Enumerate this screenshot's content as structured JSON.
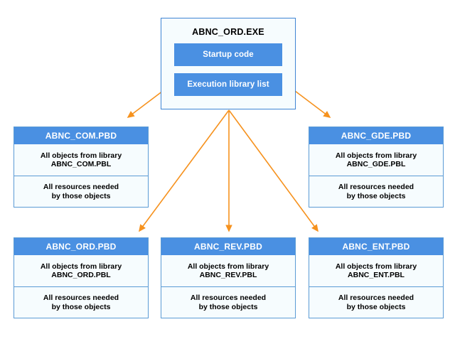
{
  "diagram": {
    "type": "deployment-diagram",
    "accent_blue": "#4a90e2",
    "border_blue": "#5b9bd5",
    "panel_background": "#f6fcfe",
    "arrow_color": "#f6921e",
    "canvas_background": "#ffffff"
  },
  "executable": {
    "title": "ABNC_ORD.EXE",
    "chips": [
      {
        "label": "Startup code"
      },
      {
        "label": "Execution library list"
      }
    ]
  },
  "packages": [
    {
      "id": "com",
      "title": "ABNC_COM.PBD",
      "objects_line1": "All objects from library",
      "objects_line2": "ABNC_COM.PBL",
      "resources_line1": "All resources needed",
      "resources_line2": "by those objects"
    },
    {
      "id": "gde",
      "title": "ABNC_GDE.PBD",
      "objects_line1": "All objects from library",
      "objects_line2": "ABNC_GDE.PBL",
      "resources_line1": "All resources needed",
      "resources_line2": "by those objects"
    },
    {
      "id": "ord",
      "title": "ABNC_ORD.PBD",
      "objects_line1": "All objects from library",
      "objects_line2": "ABNC_ORD.PBL",
      "resources_line1": "All resources needed",
      "resources_line2": "by those objects"
    },
    {
      "id": "rev",
      "title": "ABNC_REV.PBD",
      "objects_line1": "All objects from library",
      "objects_line2": "ABNC_REV.PBL",
      "resources_line1": "All resources needed",
      "resources_line2": "by those objects"
    },
    {
      "id": "ent",
      "title": "ABNC_ENT.PBD",
      "objects_line1": "All objects from library",
      "objects_line2": "ABNC_ENT.PBL",
      "resources_line1": "All resources needed",
      "resources_line2": "by those objects"
    }
  ],
  "connections": [
    {
      "from": "ABNC_ORD.EXE",
      "to": "ABNC_COM.PBD"
    },
    {
      "from": "ABNC_ORD.EXE",
      "to": "ABNC_GDE.PBD"
    },
    {
      "from": "ABNC_ORD.EXE",
      "to": "ABNC_ORD.PBD"
    },
    {
      "from": "ABNC_ORD.EXE",
      "to": "ABNC_REV.PBD"
    },
    {
      "from": "ABNC_ORD.EXE",
      "to": "ABNC_ENT.PBD"
    }
  ]
}
